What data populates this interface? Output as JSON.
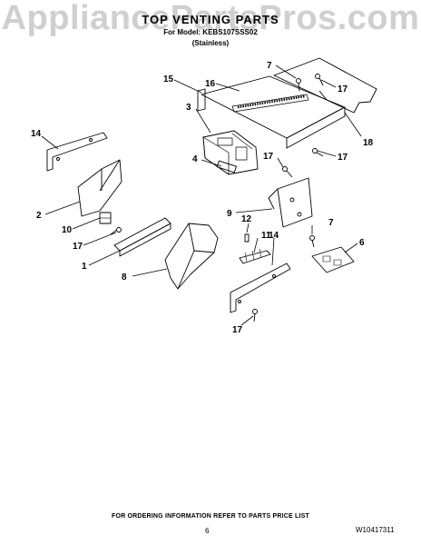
{
  "watermark": "AppliancePartsPros.com",
  "header": {
    "title": "TOP VENTING PARTS",
    "model_line": "For Model: KEBS107SSS02",
    "variant": "(Stainless)"
  },
  "callouts": [
    "7",
    "17",
    "15",
    "16",
    "3",
    "18",
    "14",
    "4",
    "17",
    "17",
    "2",
    "9",
    "12",
    "7",
    "10",
    "11",
    "6",
    "17",
    "14",
    "1",
    "8",
    "17"
  ],
  "footer": {
    "ordering_note": "FOR ORDERING INFORMATION REFER TO PARTS PRICE LIST",
    "page_number": "6",
    "document_number": "W10417311"
  }
}
